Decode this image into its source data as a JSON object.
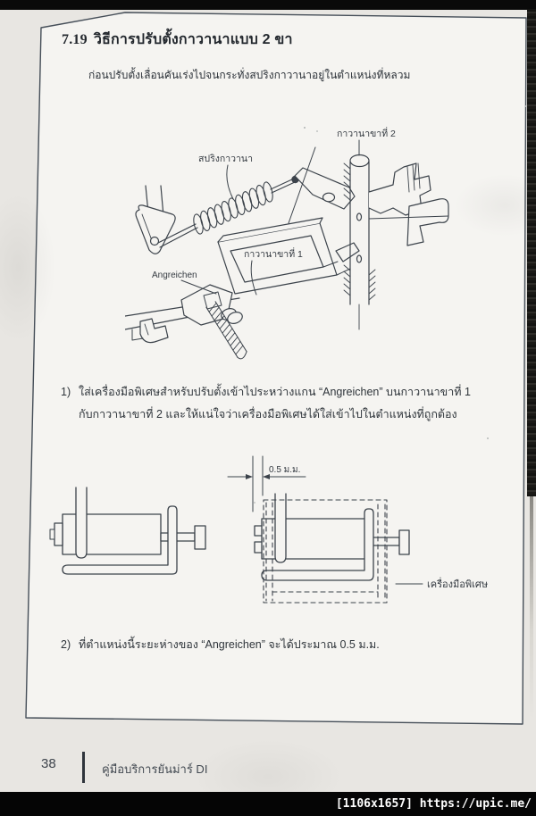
{
  "doc": {
    "section_number": "7.19",
    "section_title": "วิธีการปรับตั้งกาวานาแบบ 2 ขา",
    "intro": "ก่อนปรับตั้งเลื่อนคันเร่งไปจนกระทั่งสปริงกาวานาอยู่ในตำแหน่งที่หลวม"
  },
  "figure1": {
    "labels": {
      "spring": "สปริงกาวานา",
      "leg2": "กาวานาขาที่ 2",
      "leg1": "กาวานาขาที่ 1",
      "angreichen": "Angreichen"
    }
  },
  "steps": [
    {
      "number": "1)",
      "lines": [
        "ใส่เครื่องมือพิเศษสำหรับปรับตั้งเข้าไประหว่างแกน  “Angreichen”  บนกาวานาขาที่ 1",
        "กับกาวานาขาที่ 2  และให้แน่ใจว่าเครื่องมือพิเศษได้ใส่เข้าไปในตำแหน่งที่ถูกต้อง"
      ]
    },
    {
      "number": "2)",
      "lines": [
        "ที่ตำแหน่งนี้ระยะห่างของ  “Angreichen”  จะได้ประมาณ 0.5 ม.ม."
      ]
    }
  ],
  "figure2": {
    "dimension_label": "0.5 ม.ม.",
    "tool_label": "เครื่องมือพิเศษ"
  },
  "footer": {
    "page_number": "38",
    "manual_title": "คู่มือบริการยันม่าร์ DI"
  },
  "watermark": "[1106x1657] https://upic.me/",
  "colors": {
    "ink": "#3c434b",
    "paper": "#f5f4f1",
    "page_bg": "#e8e6e2",
    "bar": "#0a0a0a"
  }
}
